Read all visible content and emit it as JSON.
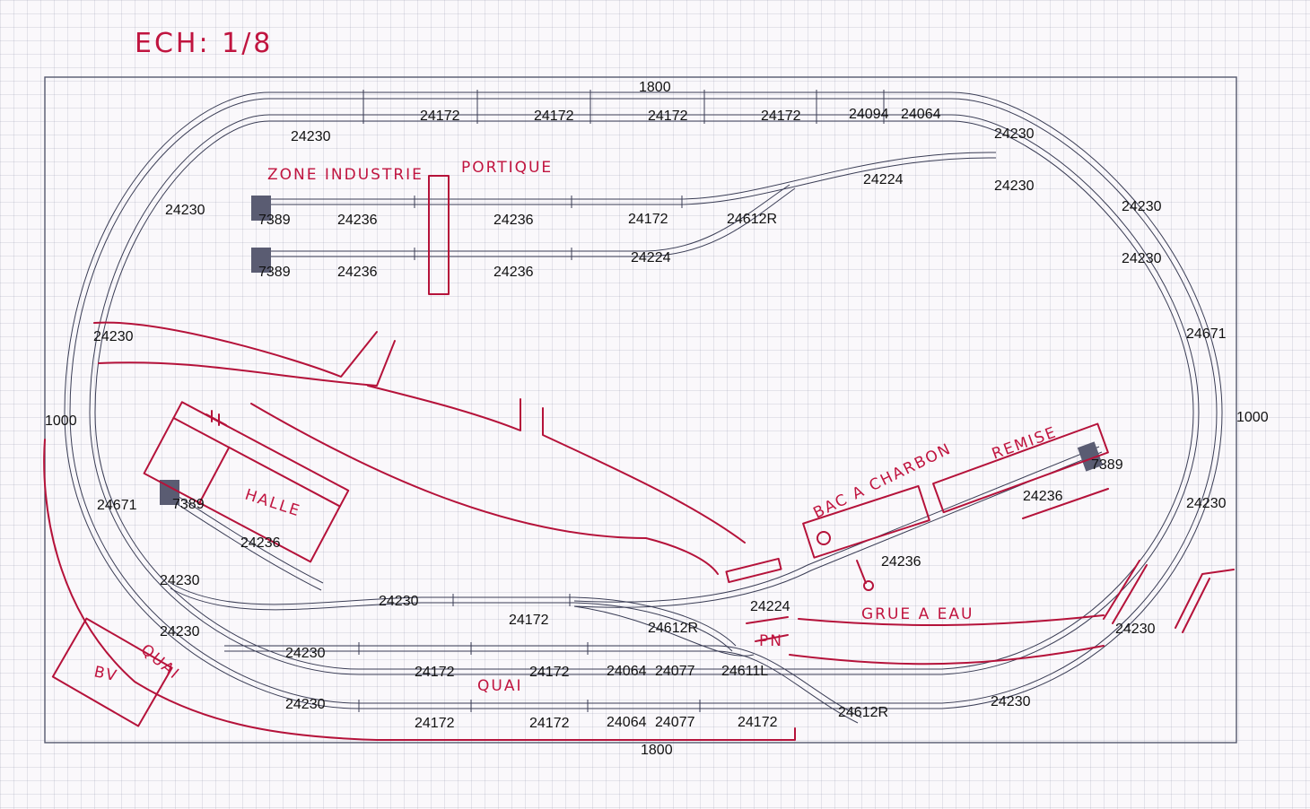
{
  "scale_note": "ECH: 1/8",
  "dimensions": {
    "top_width": "1800",
    "bottom_width": "1800",
    "left_height": "1000",
    "right_height": "1000"
  },
  "annotations": {
    "zone_industrielle": "ZONE INDUSTRIE",
    "portique": "PORTIQUE",
    "halle": "HALLE",
    "bac_a_charbon": "BAC A CHARBON",
    "remise": "REMISE",
    "grue_a_eau": "GRUE A EAU",
    "pn": "PN",
    "bv": "BV",
    "quai_left": "QUAI",
    "quai_bottom": "QUAI"
  },
  "track_labels": [
    {
      "id": "t1",
      "text": "24172"
    },
    {
      "id": "t2",
      "text": "24172"
    },
    {
      "id": "t3",
      "text": "24172"
    },
    {
      "id": "t4",
      "text": "24172"
    },
    {
      "id": "t5",
      "text": "24094"
    },
    {
      "id": "t6",
      "text": "24064"
    },
    {
      "id": "t7",
      "text": "24230"
    },
    {
      "id": "t8",
      "text": "24230"
    },
    {
      "id": "t9",
      "text": "24230"
    },
    {
      "id": "t10",
      "text": "24230"
    },
    {
      "id": "t11",
      "text": "24224"
    },
    {
      "id": "t12",
      "text": "24230"
    },
    {
      "id": "t13",
      "text": "24230"
    },
    {
      "id": "t14",
      "text": "7389"
    },
    {
      "id": "t15",
      "text": "24236"
    },
    {
      "id": "t16",
      "text": "24236"
    },
    {
      "id": "t17",
      "text": "24172"
    },
    {
      "id": "t18",
      "text": "24612R"
    },
    {
      "id": "t19",
      "text": "7389"
    },
    {
      "id": "t20",
      "text": "24236"
    },
    {
      "id": "t21",
      "text": "24236"
    },
    {
      "id": "t22",
      "text": "24224"
    },
    {
      "id": "t23",
      "text": "24230"
    },
    {
      "id": "t24",
      "text": "24671"
    },
    {
      "id": "t25",
      "text": "7389"
    },
    {
      "id": "t26",
      "text": "24236"
    },
    {
      "id": "t27",
      "text": "24230"
    },
    {
      "id": "t28",
      "text": "24671"
    },
    {
      "id": "t29",
      "text": "7389"
    },
    {
      "id": "t30",
      "text": "24236"
    },
    {
      "id": "t31",
      "text": "24236"
    },
    {
      "id": "t32",
      "text": "24230"
    },
    {
      "id": "t33",
      "text": "24230"
    },
    {
      "id": "t34",
      "text": "24224"
    },
    {
      "id": "t35",
      "text": "24172"
    },
    {
      "id": "t36",
      "text": "24612R"
    },
    {
      "id": "t37",
      "text": "24230"
    },
    {
      "id": "t38",
      "text": "24230"
    },
    {
      "id": "t39",
      "text": "24172"
    },
    {
      "id": "t40",
      "text": "24172"
    },
    {
      "id": "t41",
      "text": "24064"
    },
    {
      "id": "t42",
      "text": "24077"
    },
    {
      "id": "t43",
      "text": "24611L"
    },
    {
      "id": "t44",
      "text": "24230"
    },
    {
      "id": "t45",
      "text": "24172"
    },
    {
      "id": "t46",
      "text": "24172"
    },
    {
      "id": "t47",
      "text": "24064"
    },
    {
      "id": "t48",
      "text": "24077"
    },
    {
      "id": "t49",
      "text": "24172"
    },
    {
      "id": "t50",
      "text": "24612R"
    },
    {
      "id": "t51",
      "text": "24230"
    },
    {
      "id": "t52",
      "text": "24230"
    }
  ]
}
